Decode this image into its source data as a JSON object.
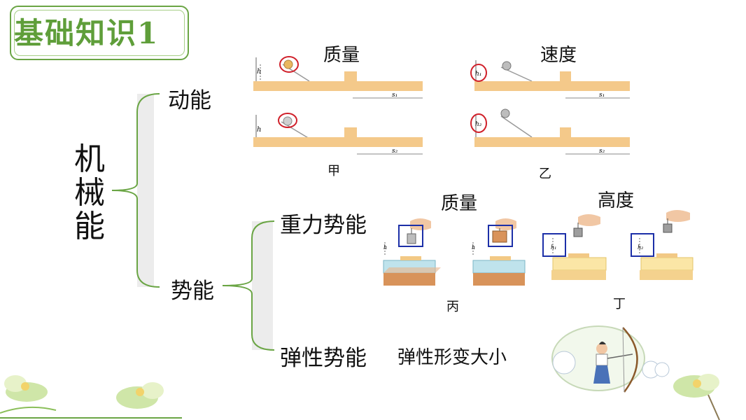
{
  "title": "基础知识1",
  "root": [
    "机",
    "械",
    "能"
  ],
  "branches": {
    "kinetic": "动能",
    "potential": "势能",
    "gravity": "重力势能",
    "elastic": "弹性势能",
    "elastic_factor": "弹性形变大小"
  },
  "kinetic_figures": {
    "mass_label": "质量",
    "speed_label": "速度",
    "fig_a": "甲",
    "fig_b": "乙",
    "h": "h",
    "h1": "h₁",
    "h2": "h₂",
    "s1": "s₁",
    "s2": "s₂"
  },
  "gravity_figures": {
    "mass_label": "质量",
    "height_label": "高度",
    "fig_c": "丙",
    "fig_d": "丁",
    "h": "h",
    "h1": "h₁",
    "h2": "h₂"
  },
  "colors": {
    "green": "#6aa544",
    "red": "#d0202a",
    "blue": "#1c2fa8",
    "wood": "#f4c98a",
    "bracket_fill": "#ececec"
  }
}
